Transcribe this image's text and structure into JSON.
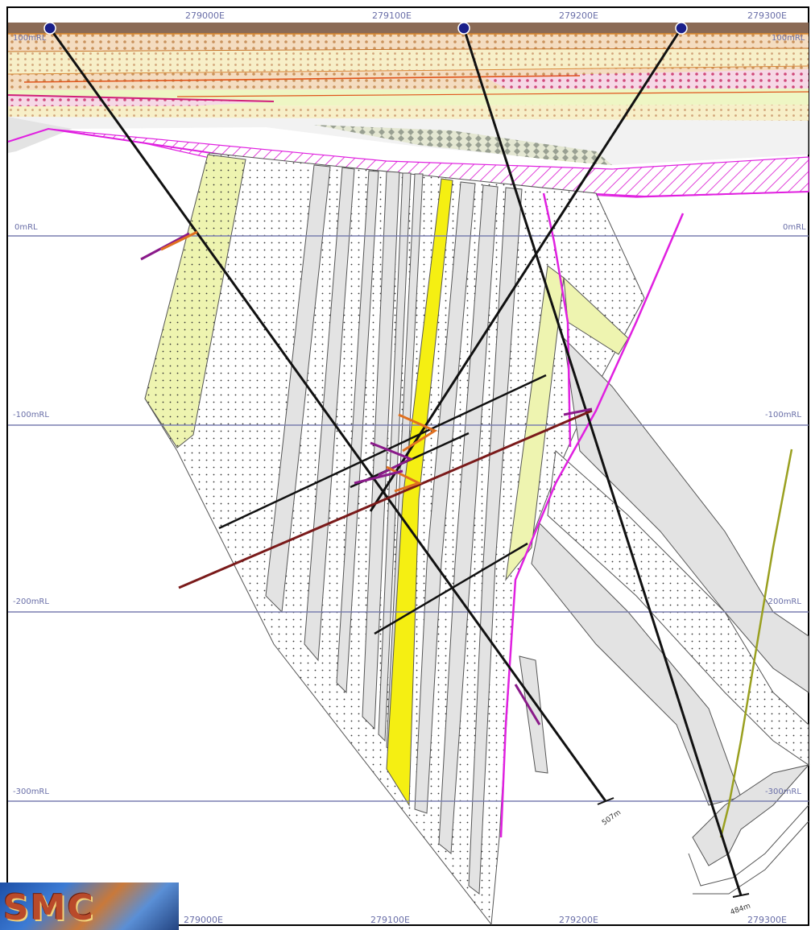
{
  "eastings_top": [
    "279000E",
    "279100E",
    "279200E",
    "279300E"
  ],
  "eastings_bottom": [
    "279000E",
    "279100E",
    "279200E",
    "279300E"
  ],
  "rl_left": [
    "0mRL",
    "-100mRL",
    "-200mRL",
    "-300mRL"
  ],
  "rl_right": [
    "0mRL",
    "-100mRL",
    "-200mRL",
    "-300mRL"
  ],
  "rl_top_right": "100mRL",
  "rl_top_left": "100mRL",
  "hole_lengths": [
    "507m",
    "484m"
  ],
  "logo_text": "SMC",
  "colors": {
    "grid": "#7a7fb0",
    "drillhole": "#111111",
    "fault": "#e020e0",
    "yellow_unit": "#f5ef12",
    "pale_yellow_unit": "#eef4b0",
    "grey_unit": "#e3e3e3",
    "olive_line": "#9aa020",
    "collar": "#1a1f8a",
    "brown_cover": "#8a6a55"
  }
}
